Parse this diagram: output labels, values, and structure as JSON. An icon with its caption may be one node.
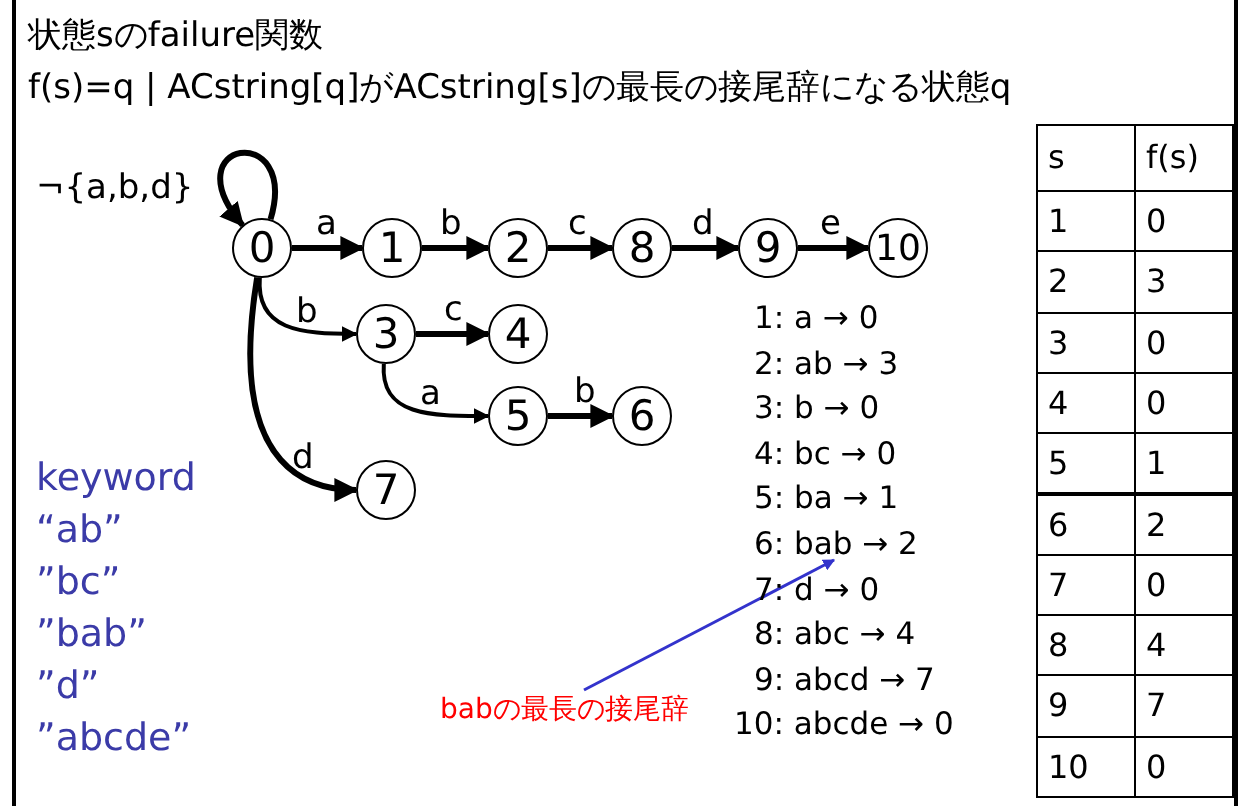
{
  "diagram": {
    "title": "状態sのfailure関数",
    "nodes": [
      {
        "text": [
          "0"
        ]
      },
      {
        "text": [
          "1"
        ]
      },
      {
        "text": [
          "2"
        ]
      },
      {
        "text": [
          "3"
        ]
      },
      {
        "text": [
          "4"
        ]
      },
      {
        "text": [
          "5"
        ]
      },
      {
        "text": [
          "6"
        ]
      },
      {
        "text": [
          "7"
        ]
      },
      {
        "text": [
          "8"
        ]
      },
      {
        "text": [
          "9"
        ]
      },
      {
        "text": [
          "10"
        ]
      },
      {
        "text": [
          "babの最長の接尾辞"
        ]
      },
      {
        "text": [
          "6: bab → 2"
        ]
      }
    ],
    "edges": [
      {
        "from": 0,
        "to": 0,
        "arrow": "to",
        "label": "¬{a,b,d}"
      },
      {
        "from": 0,
        "to": 1,
        "arrow": "to",
        "label": "a"
      },
      {
        "from": 1,
        "to": 2,
        "arrow": "to",
        "label": "b"
      },
      {
        "from": 2,
        "to": 8,
        "arrow": "to",
        "label": "c"
      },
      {
        "from": 8,
        "to": 9,
        "arrow": "to",
        "label": "d"
      },
      {
        "from": 9,
        "to": 10,
        "arrow": "to",
        "label": "e"
      },
      {
        "from": 0,
        "to": 3,
        "arrow": "to",
        "label": "b"
      },
      {
        "from": 3,
        "to": 4,
        "arrow": "to",
        "label": "c"
      },
      {
        "from": 3,
        "to": 5,
        "arrow": "to",
        "label": "a"
      },
      {
        "from": 5,
        "to": 6,
        "arrow": "to",
        "label": "b"
      },
      {
        "from": 0,
        "to": 7,
        "arrow": "to",
        "label": "d"
      },
      {
        "from": 11,
        "to": 12,
        "arrow": "to",
        "color": "#3333cc"
      }
    ],
    "labels": [
      "f(s)=q | ACstring[q]がACstring[s]の最長の接尾辞になる状態q",
      "keyword",
      "“ab”",
      "”bc”",
      "”bab”",
      "”d”",
      "”abcde”",
      "1: a → 0",
      "2: ab → 3",
      "3: b → 0",
      "4: bc → 0",
      "5: ba → 1",
      "7: d → 0",
      "8: abc → 4",
      "9: abcd → 7",
      "10: abcde → 0",
      "s",
      "f(s)",
      "1",
      "0",
      "2",
      "3",
      "3",
      "0",
      "4",
      "0",
      "5",
      "1",
      "6",
      "2",
      "7",
      "0",
      "8",
      "4",
      "9",
      "7",
      "10",
      "0"
    ]
  }
}
